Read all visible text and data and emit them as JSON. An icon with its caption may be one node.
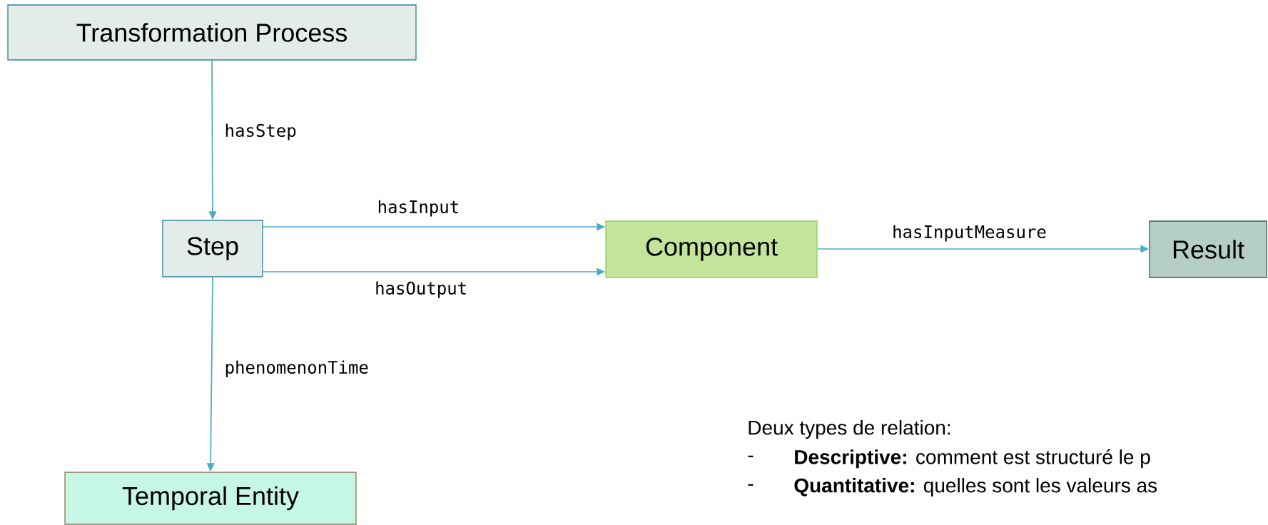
{
  "diagram": {
    "nodes": [
      {
        "text": [
          "Transformation Process"
        ]
      },
      {
        "text": [
          "Step"
        ]
      },
      {
        "text": [
          "Component"
        ]
      },
      {
        "text": [
          "Result"
        ]
      },
      {
        "text": [
          "Temporal Entity"
        ]
      }
    ],
    "edges": [
      {
        "from": 0,
        "to": 1,
        "arrow": "to",
        "label": "hasStep"
      },
      {
        "from": 1,
        "to": 2,
        "arrow": "to",
        "label": "hasInput"
      },
      {
        "from": 1,
        "to": 2,
        "arrow": "to",
        "label": "hasOutput"
      },
      {
        "from": 2,
        "to": 3,
        "arrow": "to",
        "label": "hasInputMeasure"
      },
      {
        "from": 1,
        "to": 4,
        "arrow": "to",
        "label": "phenomenonTime"
      }
    ],
    "labels": [
      "Deux types de relation:",
      "-",
      "**Descriptive:** comment est structuré le p",
      "-",
      "**Quantitative:** quelles sont les valeurs as"
    ]
  }
}
